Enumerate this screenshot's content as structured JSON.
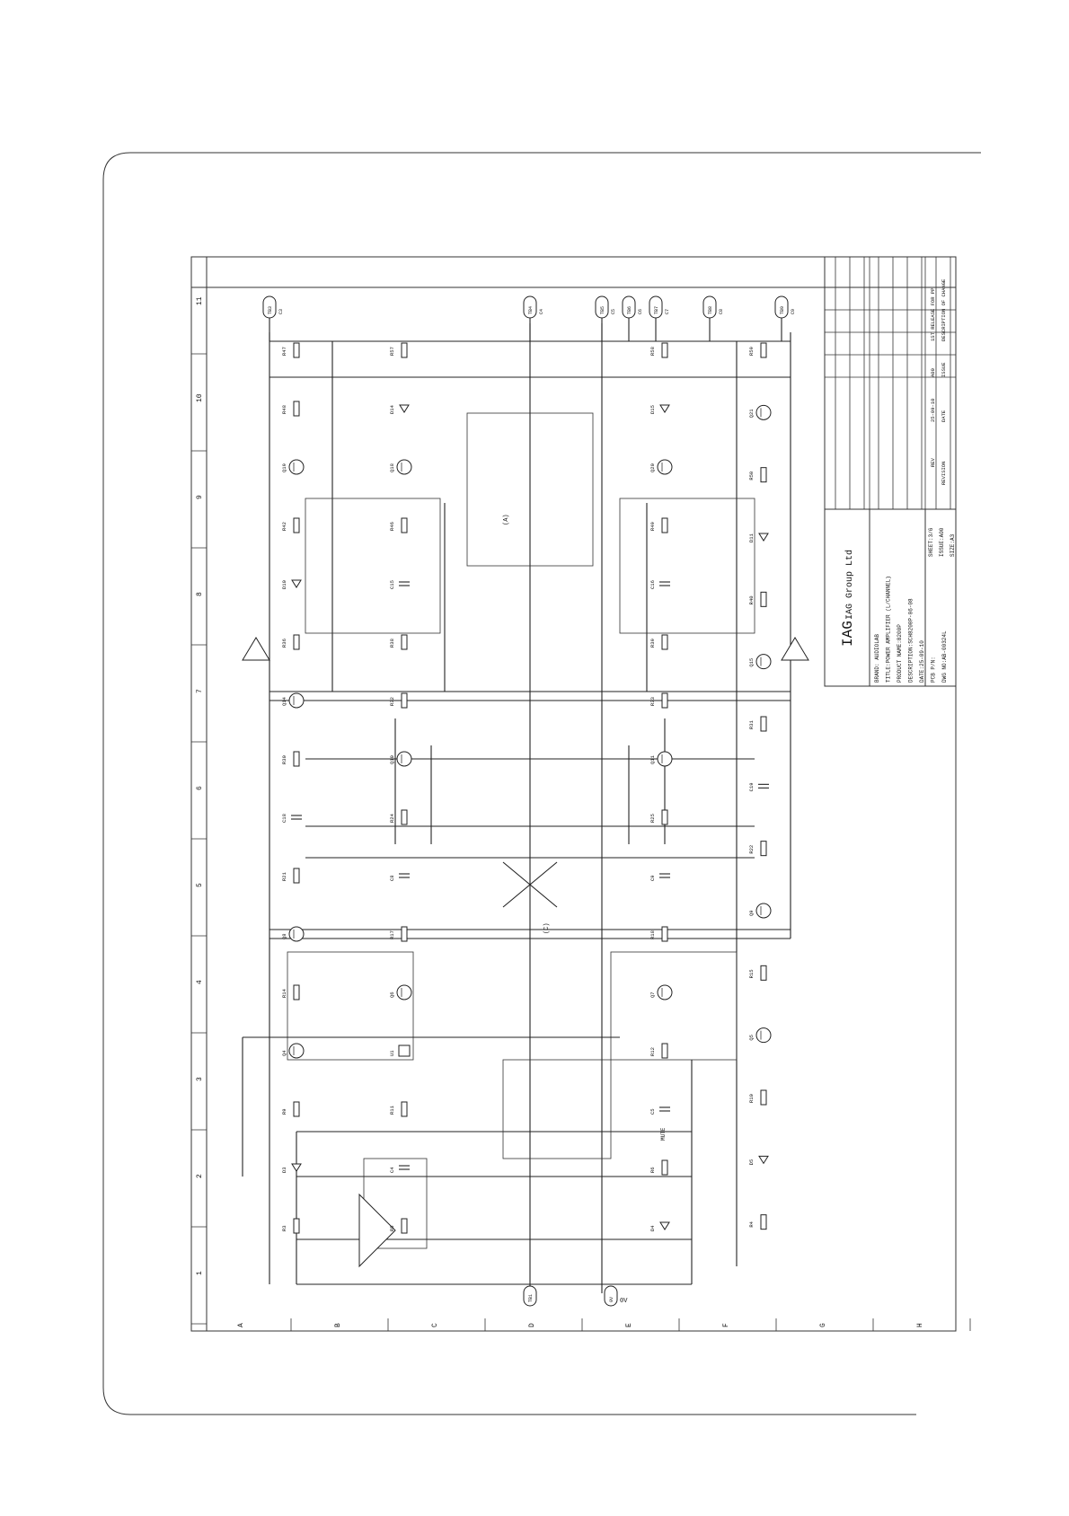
{
  "page": {
    "background": "#ffffff",
    "line_color": "#222222"
  },
  "title_block": {
    "logo": "IAG",
    "company": "IAG Group Ltd",
    "fields": [
      "BRAND: AUDIOLAB",
      "TITLE:POWER AMPLIFIER (L/CHANNEL)",
      "PRODUCT NAME:8200P",
      "DESCRIPTION:SCH8200P-06-08",
      "DATE:25-09-10",
      "PCB P/N:",
      "DWG NO:AB-00324L"
    ],
    "sheet_info": [
      "SHEET:3/6",
      "ISSUE:A00",
      "SIZE:A3"
    ],
    "revision_row": {
      "revision": "REVISION",
      "rev": "REV",
      "date": "DATE",
      "date_value": "25-09-10",
      "issue": "ISSUE",
      "issue_value": "A00",
      "description": "DESCRIPTION OF CHANGE",
      "description_value": "1ST RELEASE FOR PP"
    }
  },
  "grid": {
    "letters": [
      "A",
      "B",
      "C",
      "D",
      "E",
      "F",
      "G",
      "H"
    ],
    "numbers": [
      "1",
      "2",
      "3",
      "4",
      "5",
      "6",
      "7",
      "8",
      "9",
      "10",
      "11"
    ]
  },
  "connectors": {
    "top": [
      {
        "label": "TB3",
        "sub": "C3"
      },
      {
        "label": "TB4",
        "sub": "C4"
      },
      {
        "label": "TB5",
        "sub": "C5"
      },
      {
        "label": "TB6",
        "sub": "C6"
      },
      {
        "label": "TB7",
        "sub": "C7"
      },
      {
        "label": "TB8",
        "sub": "C8"
      },
      {
        "label": "TB9",
        "sub": "C9"
      }
    ],
    "bottom": [
      {
        "label": "TB1",
        "sub": "C1"
      },
      {
        "label": "0V",
        "sub": ""
      }
    ]
  },
  "labels": {
    "in_marker": "(A)",
    "link_marker": "(C)",
    "mute": "MUTE",
    "gnd": "0V"
  },
  "components": {
    "left_col": [
      "R47",
      "R48",
      "Q19",
      "R42",
      "D10",
      "R36",
      "Q14",
      "R30",
      "C18",
      "R21",
      "Q8",
      "R14",
      "Q4",
      "R9",
      "D3",
      "R3"
    ],
    "mid_col": [
      "R57",
      "D14",
      "Q18",
      "R46",
      "C15",
      "R38",
      "R32",
      "Q10",
      "R24",
      "C8",
      "R17",
      "Q6",
      "U1",
      "R11",
      "C4",
      "R5"
    ],
    "right_col": [
      "R58",
      "D15",
      "Q20",
      "R49",
      "C16",
      "R39",
      "R33",
      "Q11",
      "R25",
      "C9",
      "R18",
      "Q7",
      "R12",
      "C5",
      "R6",
      "D4"
    ],
    "far_col": [
      "R59",
      "Q21",
      "R50",
      "D11",
      "R40",
      "Q15",
      "R31",
      "C19",
      "R22",
      "Q9",
      "R15",
      "Q5",
      "R10",
      "D5",
      "R4"
    ]
  }
}
